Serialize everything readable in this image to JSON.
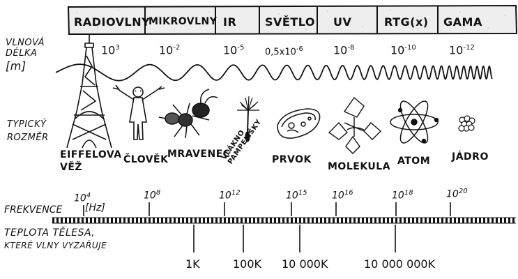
{
  "bands": [
    {
      "name": "RADIOVLNY",
      "wavelength_base": "10",
      "wavelength_exp": "3"
    },
    {
      "name": "MIKROVLNY",
      "wavelength_base": "10",
      "wavelength_exp": "-2"
    },
    {
      "name": "IR",
      "wavelength_base": "10",
      "wavelength_exp": "-5"
    },
    {
      "name": "SVĚTLO",
      "wavelength_base": "0,5x10",
      "wavelength_exp": "-6"
    },
    {
      "name": "UV",
      "wavelength_base": "10",
      "wavelength_exp": "-8"
    },
    {
      "name": "RTG(x)",
      "wavelength_base": "10",
      "wavelength_exp": "-10"
    },
    {
      "name": "GAMA",
      "wavelength_base": "10",
      "wavelength_exp": "-12"
    }
  ],
  "wavelength_label_line1": "VLNOVÁ",
  "wavelength_label_line2": "DÉLKA",
  "wavelength_unit": "[m]",
  "size_label_line1": "TYPICKÝ",
  "size_label_line2": "ROZMĚR",
  "objects": [
    {
      "name_line1": "EIFFELOVA",
      "name_line2": "VĚŽ",
      "icon": "eiffel-tower"
    },
    {
      "name_line1": "ČLOVĚK",
      "name_line2": "",
      "icon": "human"
    },
    {
      "name_line1": "MRAVENEC",
      "name_line2": "",
      "icon": "ant"
    },
    {
      "name_line1": "VLÁKNO",
      "name_line2": "PAMPELIŠKY",
      "icon": "dandelion-seed"
    },
    {
      "name_line1": "PRVOK",
      "name_line2": "",
      "icon": "protozoan"
    },
    {
      "name_line1": "MOLEKULA",
      "name_line2": "",
      "icon": "molecule"
    },
    {
      "name_line1": "ATOM",
      "name_line2": "",
      "icon": "atom"
    },
    {
      "name_line1": "JÁDRO",
      "name_line2": "",
      "icon": "nucleus"
    }
  ],
  "frequency_label": "FREKVENCE",
  "frequency_unit": "[Hz]",
  "frequencies": [
    {
      "base": "10",
      "exp": "4"
    },
    {
      "base": "10",
      "exp": "8"
    },
    {
      "base": "10",
      "exp": "12"
    },
    {
      "base": "10",
      "exp": "15"
    },
    {
      "base": "10",
      "exp": "16"
    },
    {
      "base": "10",
      "exp": "18"
    },
    {
      "base": "10",
      "exp": "20"
    }
  ],
  "temperature_label_line1": "TEPLOTA TĚLESA,",
  "temperature_label_line2": "KTERÉ VLNY VYZAŘUJE",
  "temperatures": [
    "1K",
    "100K",
    "10 000K",
    "10 000 000K"
  ],
  "colors": {
    "ink": "#111111",
    "band_fill": "#eeeeee"
  }
}
